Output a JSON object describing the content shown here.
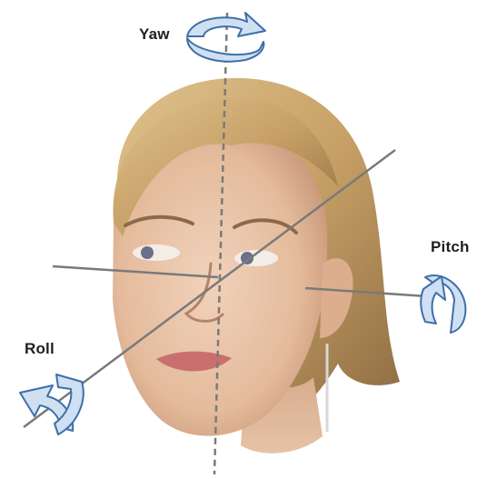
{
  "labels": {
    "yaw": "Yaw",
    "pitch": "Pitch",
    "roll": "Roll"
  },
  "colors": {
    "axis_line": "#777777",
    "arrow_fill": "#cfe0f3",
    "arrow_stroke": "#3f6fa8",
    "hair": "#c9a36a",
    "skin": "#e7c3a6"
  },
  "icons": {
    "yaw": "rotate-arrow-icon",
    "pitch": "rotate-arrow-icon",
    "roll": "rotate-arrow-icon"
  }
}
